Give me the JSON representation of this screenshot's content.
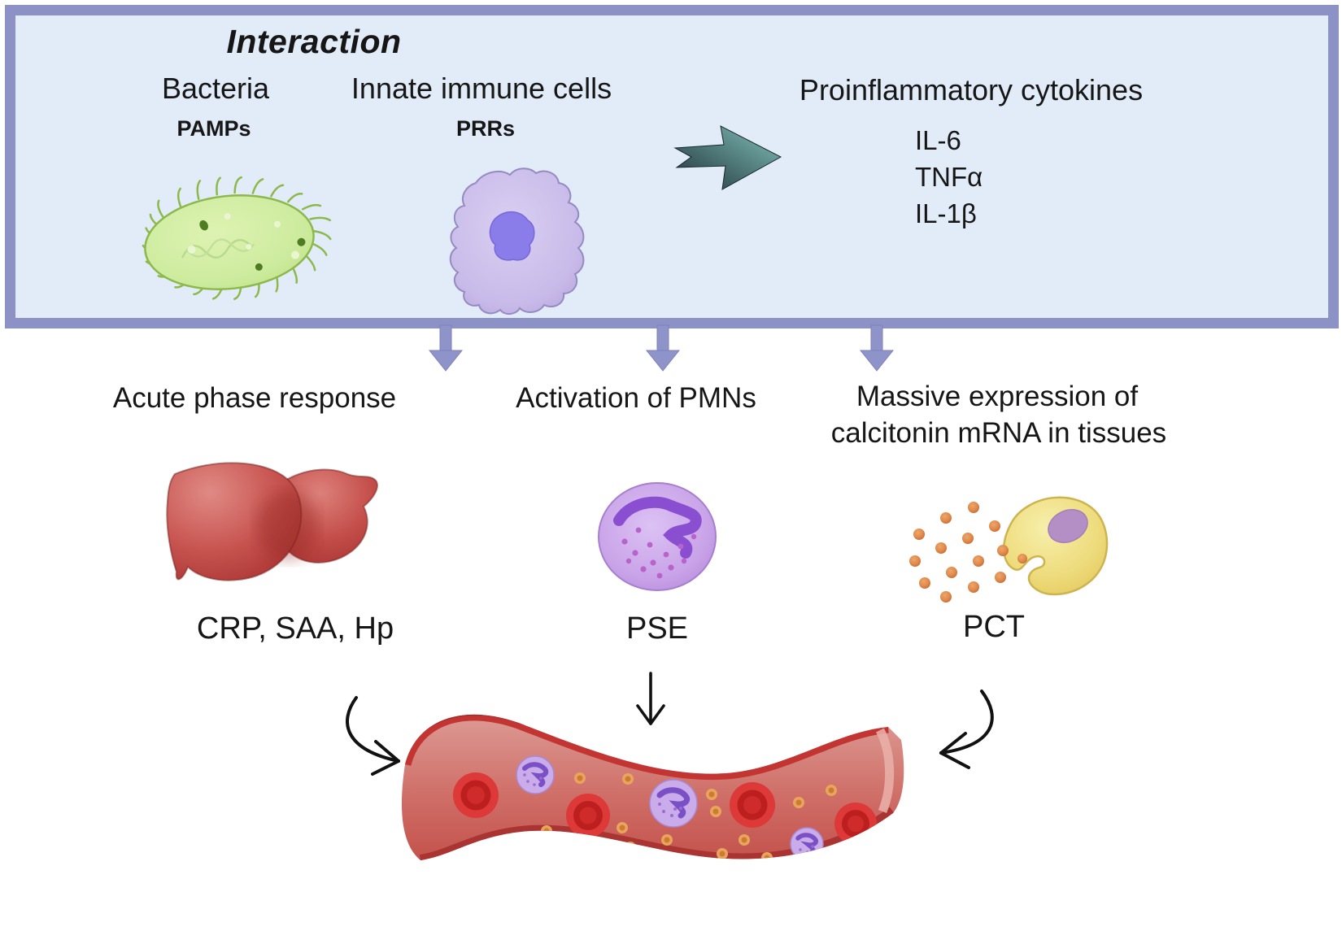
{
  "diagram": {
    "box": {
      "title": "Interaction",
      "bacteria": {
        "label": "Bacteria",
        "sub": "PAMPs"
      },
      "immune": {
        "label": "Innate immune cells",
        "sub": "PRRs"
      },
      "cytokines": {
        "label": "Proinflammatory cytokines",
        "items": [
          "IL-6",
          "TNFα",
          "IL-1β"
        ]
      }
    },
    "pathways": {
      "acute": {
        "heading": "Acute phase response",
        "marker": "CRP, SAA, Hp",
        "icon": "liver"
      },
      "pmn": {
        "heading": "Activation of PMNs",
        "marker": "PSE",
        "icon": "neutrophil-cell"
      },
      "calcitonin": {
        "line1": "Massive expression of",
        "line2": "calcitonin mRNA in tissues",
        "marker": "PCT",
        "icon": "tissue-cell-with-granules"
      }
    },
    "icons": {
      "bacterium": "green bacterium with pili and DNA strand",
      "macrophage": "purple innate immune cell with nucleus",
      "right_arrow": "teal gradient arrow",
      "down_arrow": "periwinkle block arrow",
      "liver": "red liver",
      "neutrophil": "purple granulated PMN cell",
      "tissue_cell": "yellow cell with purple nucleus and orange granules",
      "blood_vessel": "red vessel with erythrocytes, leukocytes and granules"
    },
    "colors": {
      "box_border": "#8d92c6",
      "box_background": "#e2ecf9",
      "down_arrow": "#8e93ca",
      "text": "#161616",
      "bacterium_green": "#cdeb9e",
      "bacterium_outline": "#8cb84c",
      "macrophage_purple": "#c9bbe9",
      "macrophage_nucleus": "#8a7ce9",
      "teal_arrow_dark": "#1e3138",
      "teal_arrow_light": "#82c2bc",
      "liver_red": "#b93f3c",
      "pmn_purple": "#c9a3e8",
      "pmn_nucleus": "#8a4fd0",
      "tissue_yellow": "#eedc7e",
      "tissue_nucleus": "#b38fc6",
      "granule_orange": "#e08a4e",
      "vessel_red": "#c4524c",
      "vessel_edge": "#c23532",
      "rbc_red": "#dc3938"
    }
  }
}
